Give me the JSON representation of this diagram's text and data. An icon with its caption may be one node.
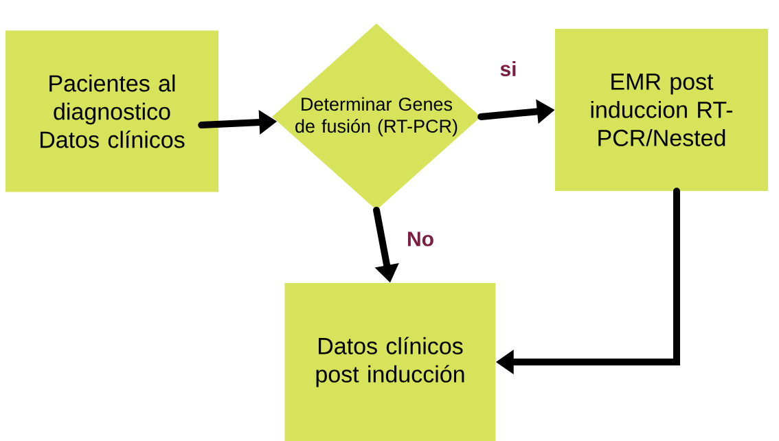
{
  "diagram": {
    "nodes": [
      {
        "text": [
          "Pacientes al diagnostico Datos clínicos"
        ]
      },
      {
        "text": [
          "Determinar Genes de fusión (RT-PCR)"
        ]
      },
      {
        "text": [
          "EMR post induccion RT-PCR/Nested"
        ]
      },
      {
        "text": [
          "Datos clínicos post inducción"
        ]
      }
    ],
    "edges": [
      {
        "from": 0,
        "to": 1,
        "arrow": "to"
      },
      {
        "from": 1,
        "to": 2,
        "arrow": "to",
        "label": "si"
      },
      {
        "from": 1,
        "to": 3,
        "arrow": "to",
        "label": "No"
      },
      {
        "from": 2,
        "to": 3,
        "arrow": "to"
      }
    ]
  }
}
